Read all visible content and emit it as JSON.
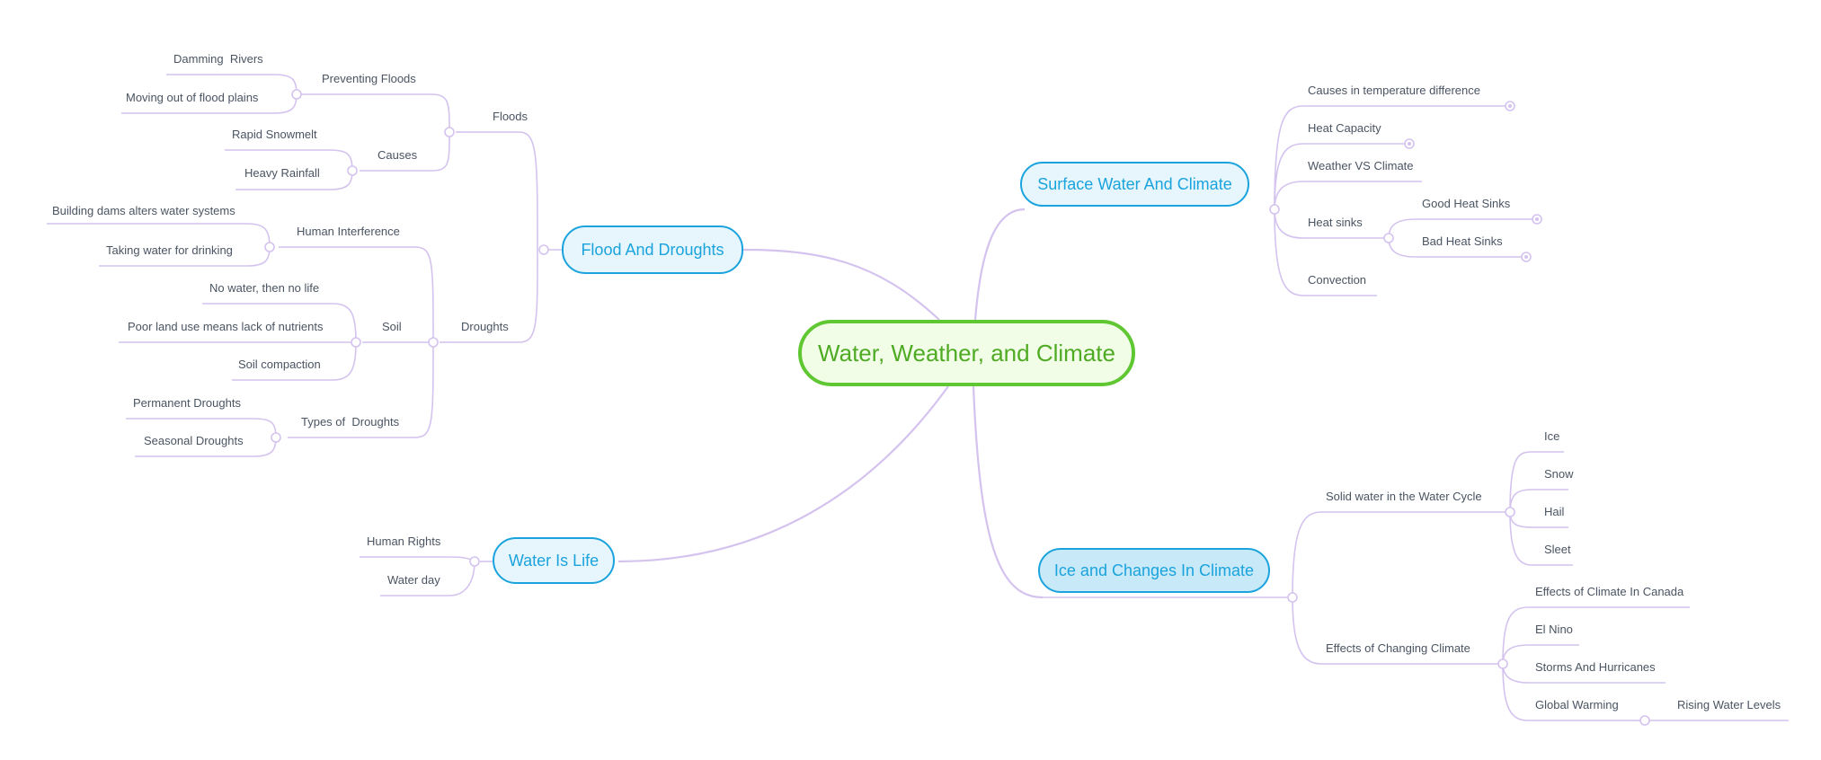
{
  "title": "Water, Weather, and Climate",
  "colors": {
    "central_border": "#5fc732",
    "central_fill": "#f2fde8",
    "central_text": "#4faa24",
    "branch_border": "#1aa3dd",
    "branch_fill": "#e7f6fd",
    "branch_selected_fill": "#c8e9f8",
    "connector": "#d4c3ee",
    "label_text": "#4a5462"
  },
  "branches": {
    "flood": "Flood And Droughts",
    "surface": "Surface Water And Climate",
    "ice": "Ice and Changes In Climate",
    "life": "Water Is Life"
  },
  "flood": {
    "floods": "Floods",
    "preventing": "Preventing Floods",
    "damming": "Damming  Rivers",
    "moving": "Moving out of flood plains",
    "causes": "Causes",
    "snowmelt": "Rapid Snowmelt",
    "rainfall": "Heavy Rainfall",
    "droughts": "Droughts",
    "human_interference": "Human Interference",
    "dams_alter": "Building dams alters water systems",
    "drinking": "Taking water for drinking",
    "soil": "Soil",
    "no_water": "No water, then no life",
    "poor_land": "Poor land use means lack of nutrients",
    "compaction": "Soil compaction",
    "types": "Types of  Droughts",
    "permanent": "Permanent Droughts",
    "seasonal": "Seasonal Droughts"
  },
  "surface": {
    "temp_diff": "Causes in temperature difference",
    "heat_capacity": "Heat Capacity",
    "weather_vs": "Weather VS Climate",
    "heat_sinks": "Heat sinks",
    "good_sinks": "Good Heat Sinks",
    "bad_sinks": "Bad Heat Sinks",
    "convection": "Convection"
  },
  "ice": {
    "solid_water": "Solid water in the Water Cycle",
    "ice": "Ice",
    "snow": "Snow",
    "hail": "Hail",
    "sleet": "Sleet",
    "changing": "Effects of Changing Climate",
    "canada": "Effects of Climate In Canada",
    "el_nino": "El Nino",
    "storms": "Storms And Hurricanes",
    "warming": "Global Warming",
    "rising": "Rising Water Levels"
  },
  "life": {
    "rights": "Human Rights",
    "water_day": "Water day"
  }
}
